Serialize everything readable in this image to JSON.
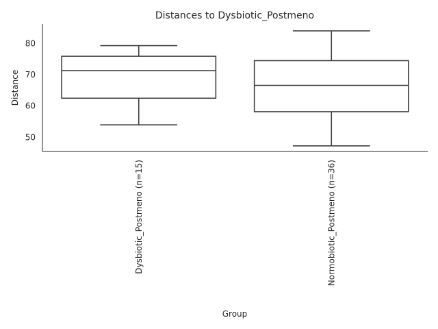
{
  "chart_data": {
    "type": "box",
    "title": "Distances to Dysbiotic_Postmeno",
    "xlabel": "Group",
    "ylabel": "Distance",
    "categories": [
      "Dysbiotic_Postmeno (n=15)",
      "Normobiotic_Postmeno (n=36)"
    ],
    "boxes": [
      {
        "whisker_low": 54.0,
        "q1": 62.5,
        "median": 71.3,
        "q3": 75.9,
        "whisker_high": 79.3
      },
      {
        "whisker_low": 47.3,
        "q1": 58.2,
        "median": 66.6,
        "q3": 74.5,
        "whisker_high": 84.0
      }
    ],
    "yticks": [
      50,
      60,
      70,
      80
    ],
    "ylim": [
      45.5,
      86.2
    ],
    "grid": false
  }
}
